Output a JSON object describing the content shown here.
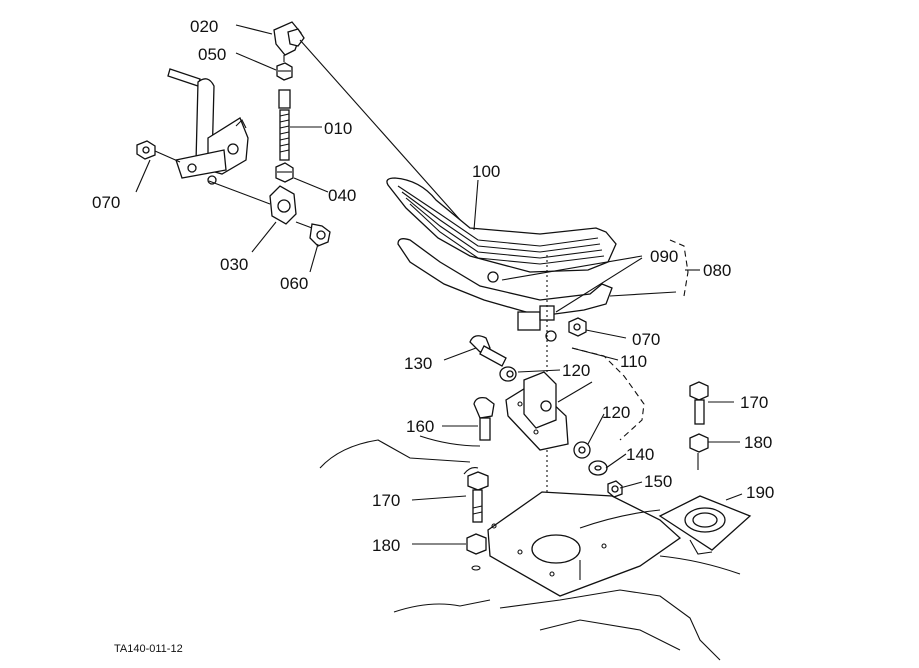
{
  "drawing_code": "TA140-011-12",
  "part_labels": {
    "p020": "020",
    "p050": "050",
    "p010": "010",
    "p070a": "070",
    "p040": "040",
    "p030": "030",
    "p060": "060",
    "p100": "100",
    "p090": "090",
    "p080": "080",
    "p070b": "070",
    "p130": "130",
    "p120a": "120",
    "p110": "110",
    "p120b": "120",
    "p160": "160",
    "p140": "140",
    "p150": "150",
    "p170a": "170",
    "p180a": "180",
    "p170b": "170",
    "p180b": "180",
    "p190": "190"
  }
}
